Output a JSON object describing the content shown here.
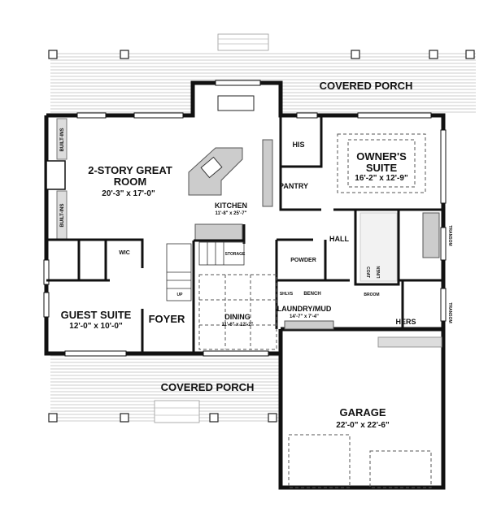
{
  "plan": {
    "covered_porch_top": "COVERED PORCH",
    "covered_porch_bottom": "COVERED PORCH",
    "great_room": {
      "name_line1": "2-STORY GREAT",
      "name_line2": "ROOM",
      "dims": "20'-3\" x 17'-0\""
    },
    "built_ins_top": "BUILT-INS",
    "built_ins_bottom": "BUILT-INS",
    "kitchen": {
      "name": "KITCHEN",
      "dims": "11'-8\" x 25'-7\""
    },
    "his": "HIS",
    "pantry": "PANTRY",
    "owners_suite": {
      "name_line1": "OWNER'S",
      "name_line2": "SUITE",
      "dims": "16'-2\" x 12'-9\""
    },
    "hall": "HALL",
    "powder": "POWDER",
    "shelves": "SHLVS",
    "bench": "BENCH",
    "coat": "COAT",
    "linen": "LINEN",
    "broom": "BROOM",
    "laundry": {
      "name": "LAUNDRY/MUD",
      "dims": "14'-7\" x 7'-4\""
    },
    "hers": "HERS",
    "transom_top": "TRANSOM",
    "transom_bottom": "TRANSOM",
    "wic": "WIC",
    "storage": "STORAGE",
    "up": "UP",
    "guest_suite": {
      "name": "GUEST SUITE",
      "dims": "12'-0\" x 10'-0\""
    },
    "foyer": "FOYER",
    "dining": {
      "name": "DINING",
      "dims": "11'-6\" x 12'-2\""
    },
    "garage": {
      "name": "GARAGE",
      "dims": "22'-0\" x 22'-6\""
    }
  }
}
